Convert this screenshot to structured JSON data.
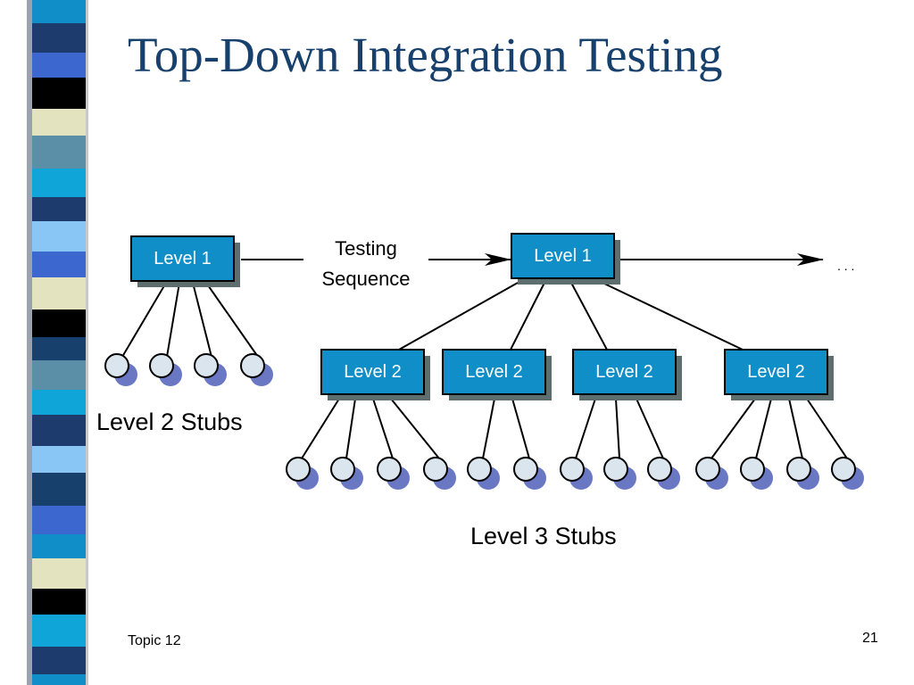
{
  "slide": {
    "title": "Top-Down Integration Testing",
    "footer_left": "Topic 12",
    "page_number": "21"
  },
  "diagram": {
    "testing_sequence_line1": "Testing",
    "testing_sequence_line2": "Sequence",
    "ellipsis": ". . .",
    "level1_label": "Level 1",
    "level2_label": "Level 2",
    "level2_stubs_caption": "Level 2 Stubs",
    "level3_stubs_caption": "Level 3 Stubs"
  },
  "colors": {
    "title": "#17406d",
    "box_fill": "#0f8ec8",
    "box_shadow": "#5e6d6e",
    "stub_front": "#dbe5ed",
    "stub_back": "#6a78c4",
    "stripe": [
      "#0f8ec8",
      "#1e3b6d",
      "#3b67cf",
      "#000000",
      "#e3e3bf",
      "#5b8fa7",
      "#10a5d8",
      "#8ac6f5",
      "#17406d"
    ]
  }
}
